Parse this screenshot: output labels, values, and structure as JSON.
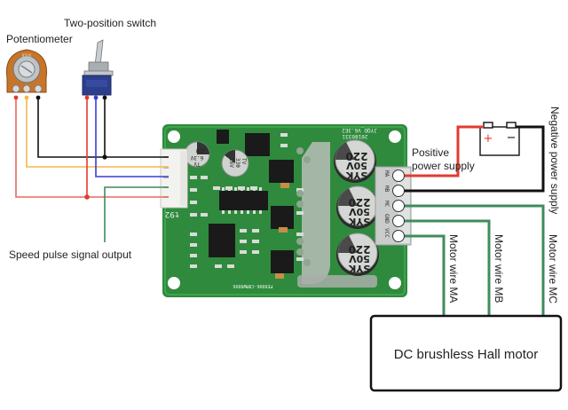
{
  "labels": {
    "potentiometer": "Potentiometer",
    "switch": "Two-position switch",
    "speed_output": "Speed pulse signal output",
    "positive_line1": "Positive",
    "positive_line2": "power supply",
    "negative": "Negative power supply",
    "motor_wire_a": "Motor wire MA",
    "motor_wire_b": "Motor wire MB",
    "motor_wire_c": "Motor wire MC",
    "motor": "DC brushless Hall motor"
  },
  "battery": {
    "plus": "+",
    "minus": "−"
  },
  "board": {
    "connector_marking": "t92",
    "top_marking_1": "JYQD_V6.3E2",
    "top_marking_2": "20180331",
    "bottom_marking": "FE8006-C8MW0006",
    "terminals": [
      "MA",
      "MB",
      "MC",
      "GND",
      "VCC"
    ],
    "capacitors": [
      {
        "value": "220",
        "voltage": "50V",
        "brand": "SYK"
      },
      {
        "value": "220",
        "voltage": "50V",
        "brand": "SYK"
      },
      {
        "value": "220",
        "voltage": "50V",
        "brand": "SYK"
      }
    ],
    "small_caps": [
      {
        "line1": "220",
        "line2": "6.3V",
        "line3": "TV"
      },
      {
        "line1": "330",
        "line2": "16V",
        "line3": "TV"
      }
    ]
  },
  "pot_marking": "B50K",
  "colors": {
    "red": "#e23b32",
    "orange": "#f2b84b",
    "black": "#111111",
    "blue": "#3b3bd6",
    "green": "#3f8c5c",
    "pcb": "#2e8b3e"
  }
}
